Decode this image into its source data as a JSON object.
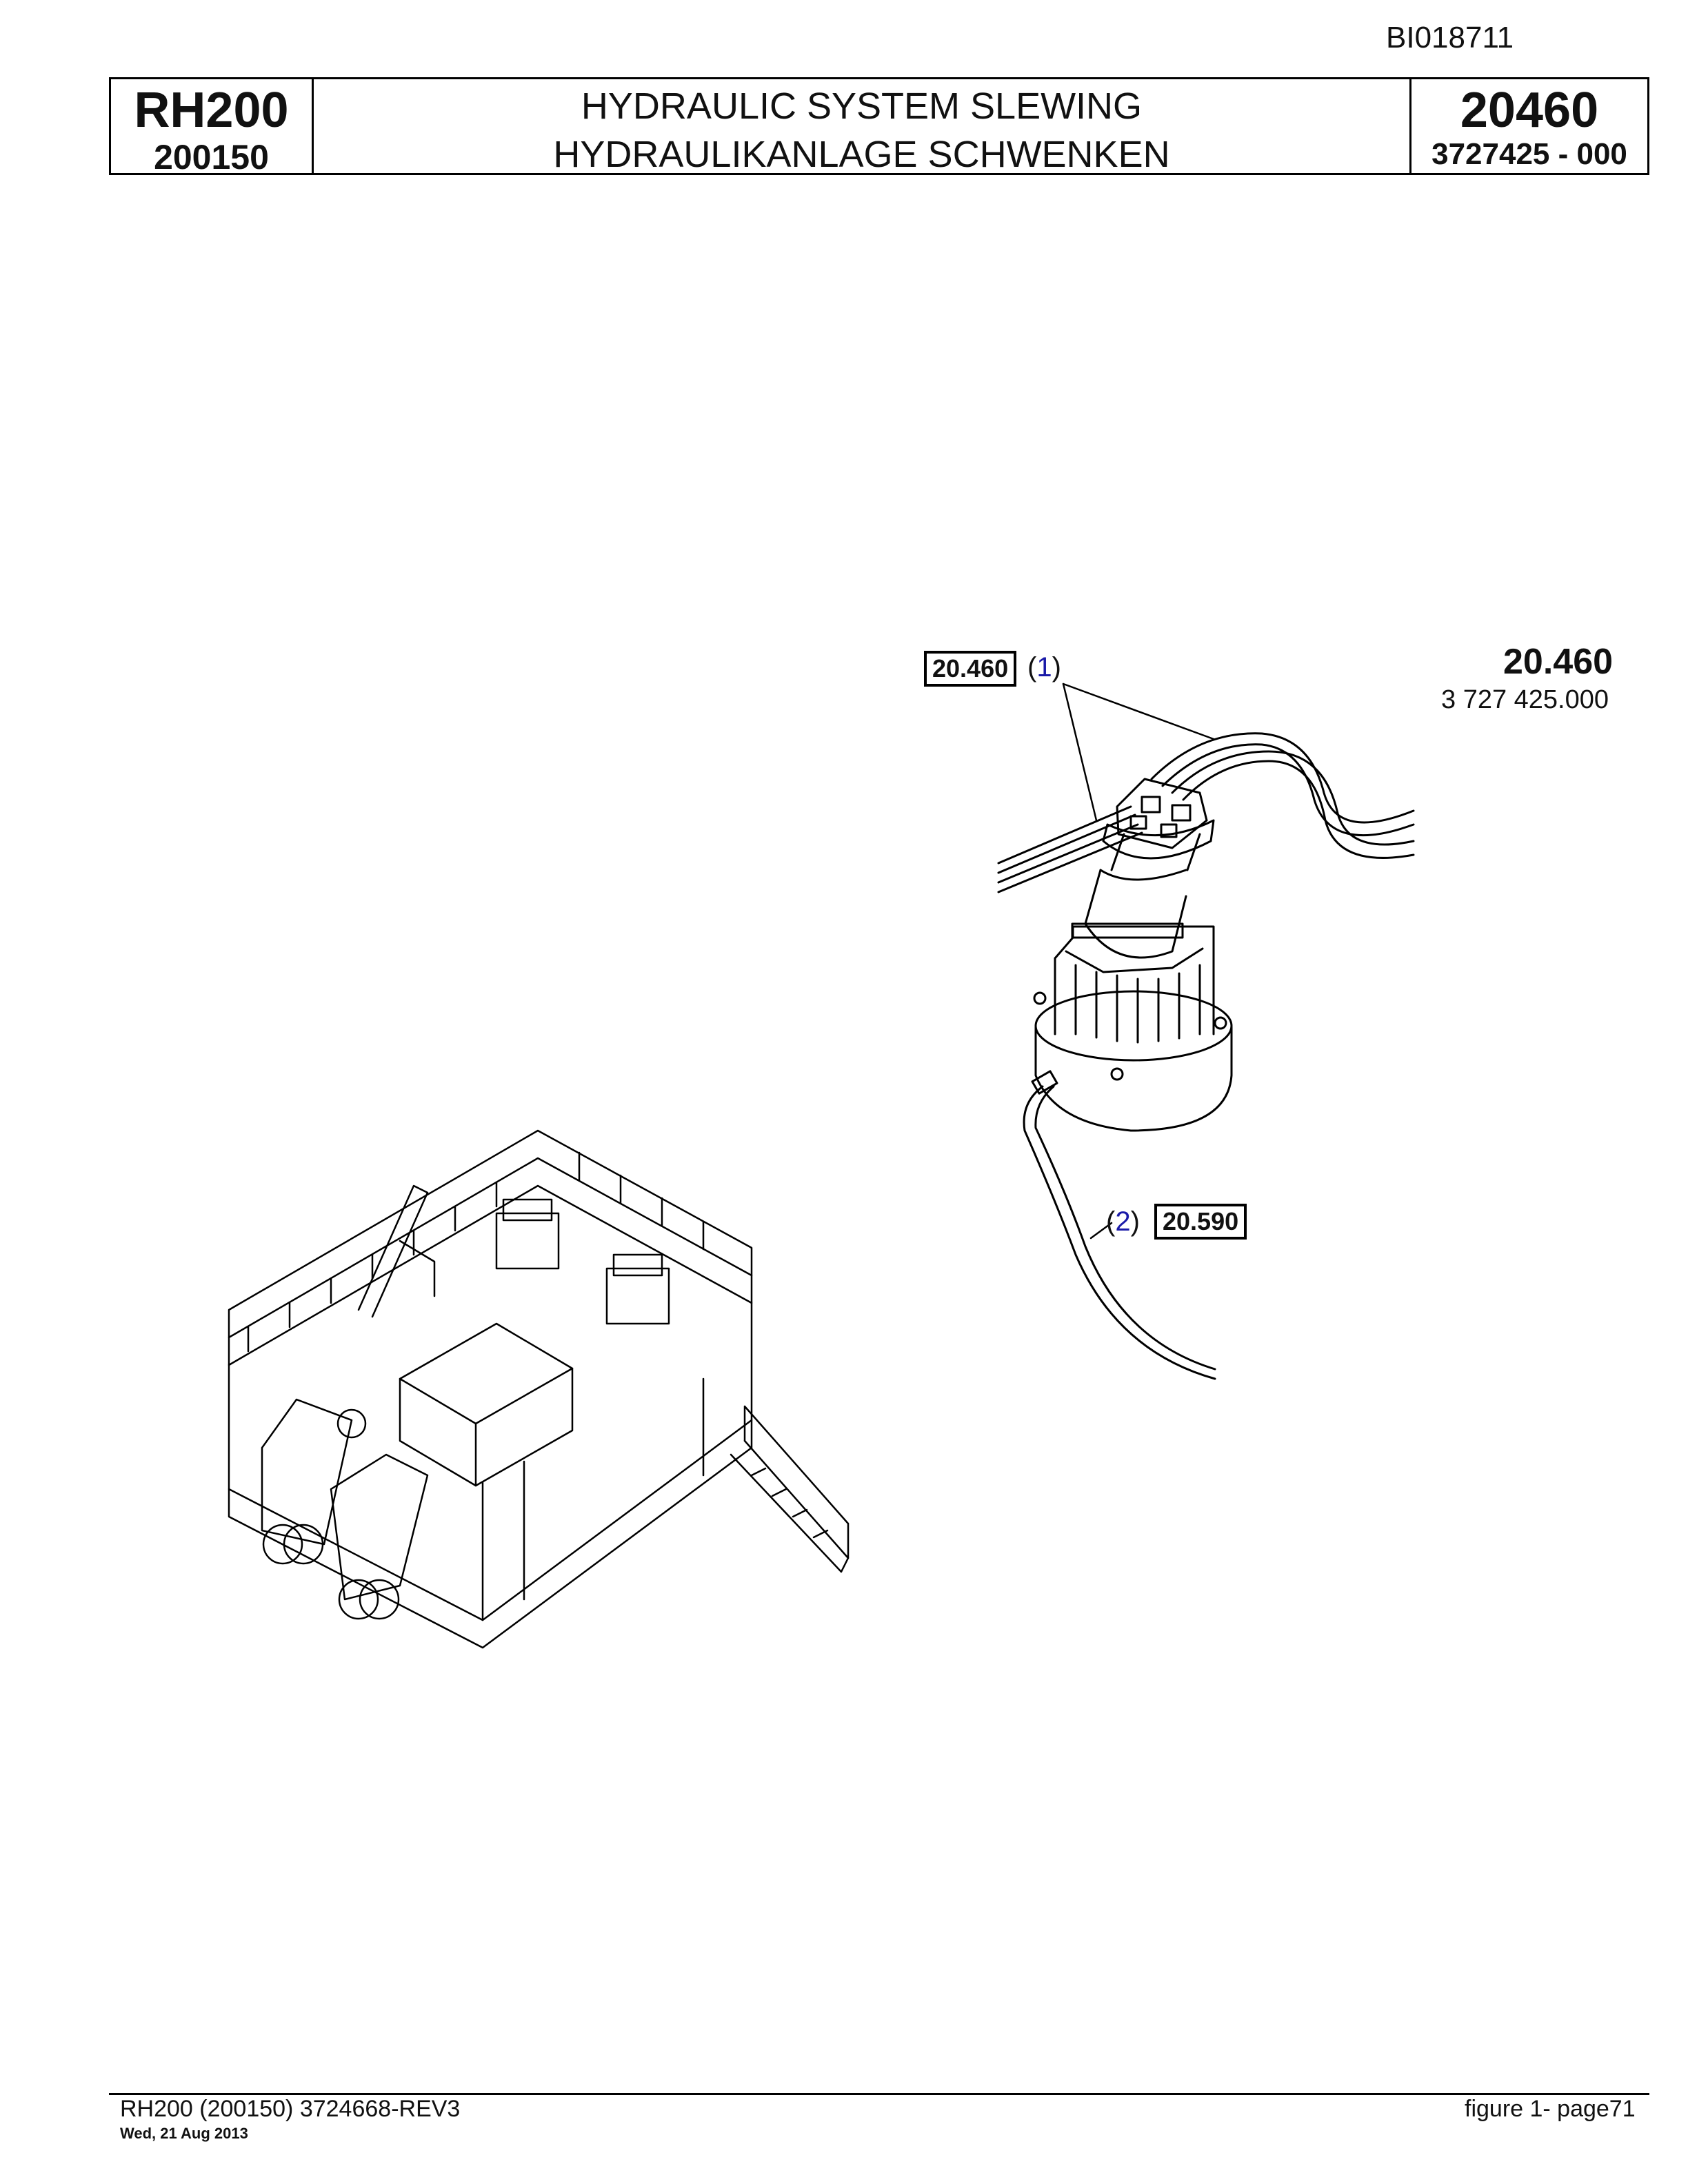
{
  "doc_id": "BI018711",
  "title_block": {
    "model": "RH200",
    "serial": "200150",
    "title_en": "HYDRAULIC SYSTEM SLEWING",
    "title_de": "HYDRAULIKANLAGE SCHWENKEN",
    "group": "20460",
    "part": "3727425  - 000"
  },
  "assembly_ref": {
    "group": "20.460",
    "part": "3 727 425.000"
  },
  "callouts": [
    {
      "ref": "20.460",
      "item": "1"
    },
    {
      "ref": "20.590",
      "item": "2"
    }
  ],
  "footer": {
    "doc": "RH200 (200150) 3724668-REV3",
    "date": "Wed, 21 Aug 2013",
    "page": "figure  1- page71"
  }
}
